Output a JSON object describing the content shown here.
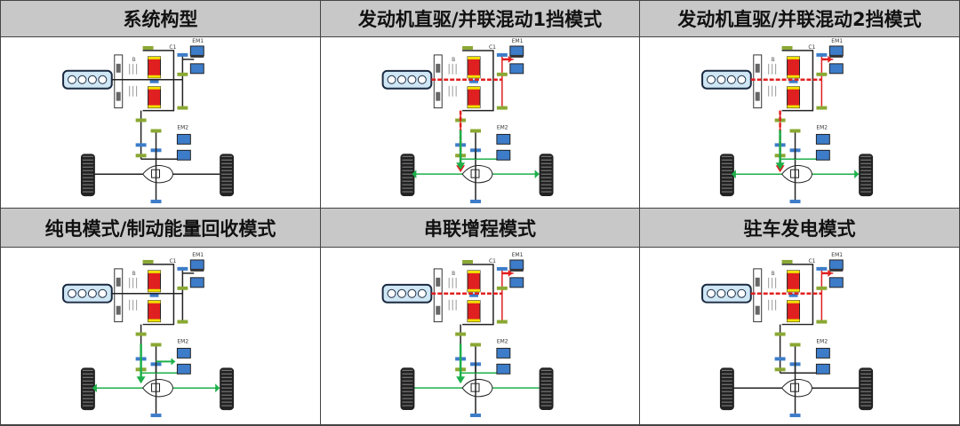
{
  "modes": [
    {
      "title": "系统构型"
    },
    {
      "title": "发动机直驱/并联混动1挡模式"
    },
    {
      "title": "发动机直驱/并联混动2挡模式"
    },
    {
      "title": "纯电模式/制动能量回收模式"
    },
    {
      "title": "串联增程模式"
    },
    {
      "title": "驻车发电模式"
    }
  ],
  "labels": {
    "em1": "EM1",
    "em2": "EM2",
    "c1": "C1",
    "b": "B"
  },
  "colors": {
    "header": "#c8c8c8",
    "engine_path": "#e02020",
    "electric_path": "#1db04a",
    "motor": "#3d7cc9",
    "gear_green": "#8aa832",
    "planetary": "#e02020"
  }
}
